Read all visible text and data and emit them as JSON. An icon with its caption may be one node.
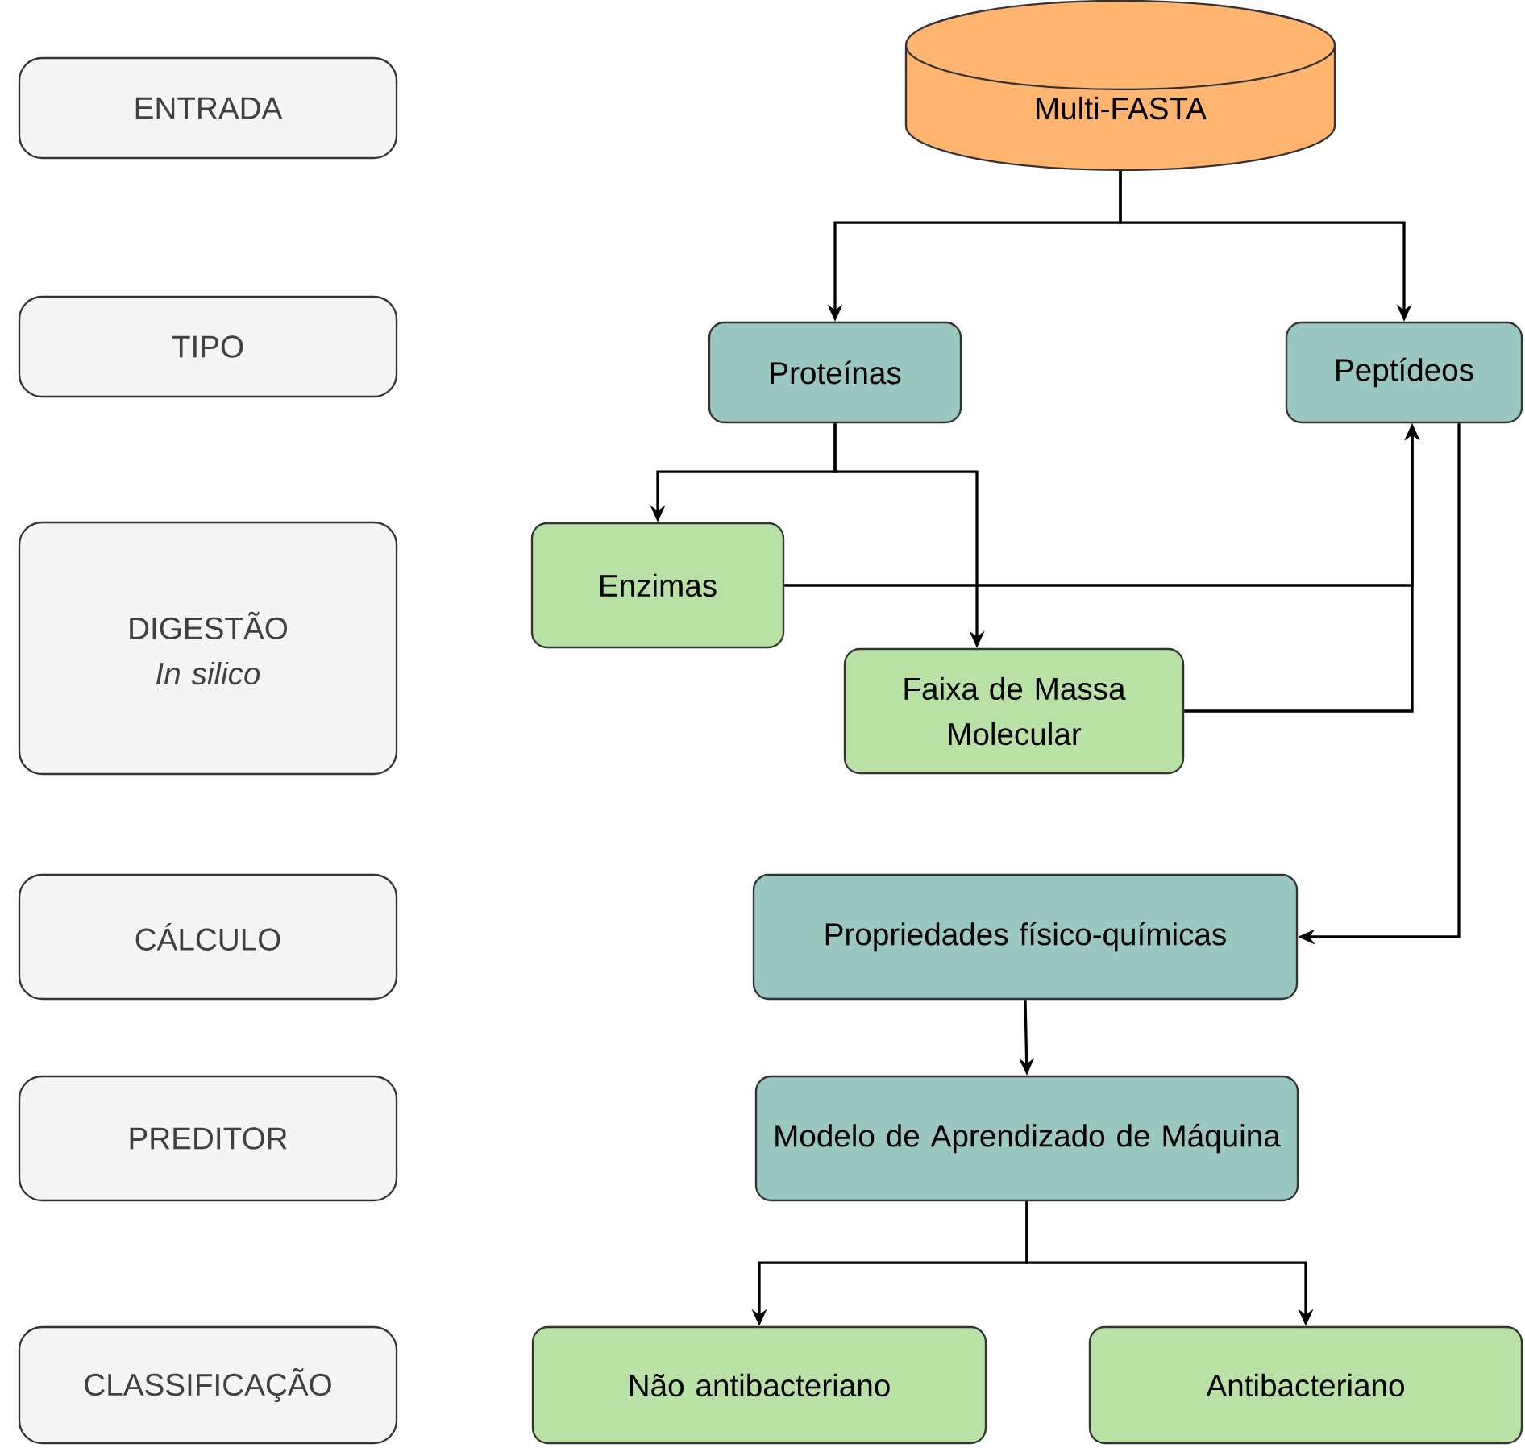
{
  "diagram": {
    "nodes": [
      {
        "text": [
          "ENTRADA"
        ]
      },
      {
        "text": [
          "TIPO"
        ]
      },
      {
        "text": [
          "DIGESTÃO",
          "In silico"
        ]
      },
      {
        "text": [
          "CÁLCULO"
        ]
      },
      {
        "text": [
          "PREDITOR"
        ]
      },
      {
        "text": [
          "CLASSIFICAÇÃO"
        ]
      },
      {
        "text": [
          "Multi-FASTA"
        ]
      },
      {
        "text": [
          "Proteínas"
        ]
      },
      {
        "text": [
          "Peptídeos"
        ]
      },
      {
        "text": [
          "Enzimas"
        ]
      },
      {
        "text": [
          "Faixa de Massa Molecular"
        ]
      },
      {
        "text": [
          "Propriedades físico-químicas"
        ]
      },
      {
        "text": [
          "Modelo de Aprendizado de Máquina"
        ]
      },
      {
        "text": [
          "Não antibacteriano"
        ]
      },
      {
        "text": [
          "Antibacteriano"
        ]
      }
    ],
    "edges": [
      {
        "from": 6,
        "to": 7,
        "arrow": "to"
      },
      {
        "from": 6,
        "to": 8,
        "arrow": "to"
      },
      {
        "from": 7,
        "to": 9,
        "arrow": "to"
      },
      {
        "from": 7,
        "to": 10,
        "arrow": "to"
      },
      {
        "from": 9,
        "to": 8,
        "arrow": "to"
      },
      {
        "from": 10,
        "to": 8,
        "arrow": "to"
      },
      {
        "from": 8,
        "to": 11,
        "arrow": "to"
      },
      {
        "from": 11,
        "to": 12,
        "arrow": "to"
      },
      {
        "from": 12,
        "to": 13,
        "arrow": "to"
      },
      {
        "from": 12,
        "to": 14,
        "arrow": "to"
      }
    ]
  }
}
